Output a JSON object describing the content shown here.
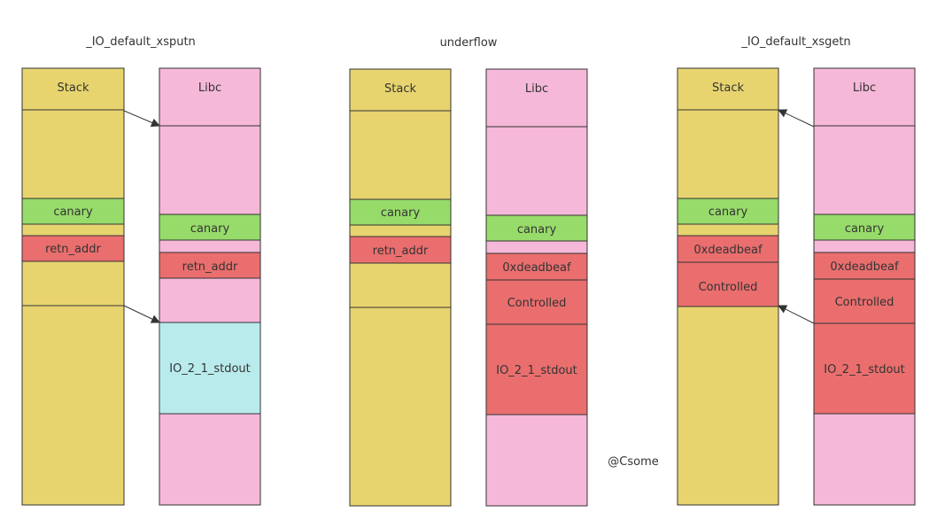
{
  "colors": {
    "stack": "#e8d46f",
    "libc": "#f5b8d8",
    "canary": "#97db6a",
    "red": "#ea6e6e",
    "cyan": "#b9ebec",
    "stroke": "#333333"
  },
  "panels": [
    {
      "title": "_IO_default_xsputn",
      "stack": {
        "header": "Stack",
        "canary": "canary",
        "retn": "retn_addr"
      },
      "libc": {
        "header": "Libc",
        "canary": "canary",
        "retn": "retn_addr",
        "stdout": "IO_2_1_stdout"
      },
      "arrows": "stack-to-libc"
    },
    {
      "title": "underflow",
      "stack": {
        "header": "Stack",
        "canary": "canary",
        "retn": "retn_addr"
      },
      "libc": {
        "header": "Libc",
        "canary": "canary",
        "deadbeaf": "0xdeadbeaf",
        "controlled": "Controlled",
        "stdout": "IO_2_1_stdout"
      },
      "arrows": "none"
    },
    {
      "title": "_IO_default_xsgetn",
      "stack": {
        "header": "Stack",
        "canary": "canary",
        "deadbeaf": "0xdeadbeaf",
        "controlled": "Controlled"
      },
      "libc": {
        "header": "Libc",
        "canary": "canary",
        "deadbeaf": "0xdeadbeaf",
        "controlled": "Controlled",
        "stdout": "IO_2_1_stdout"
      },
      "arrows": "libc-to-stack"
    }
  ],
  "watermark": "@Csome"
}
